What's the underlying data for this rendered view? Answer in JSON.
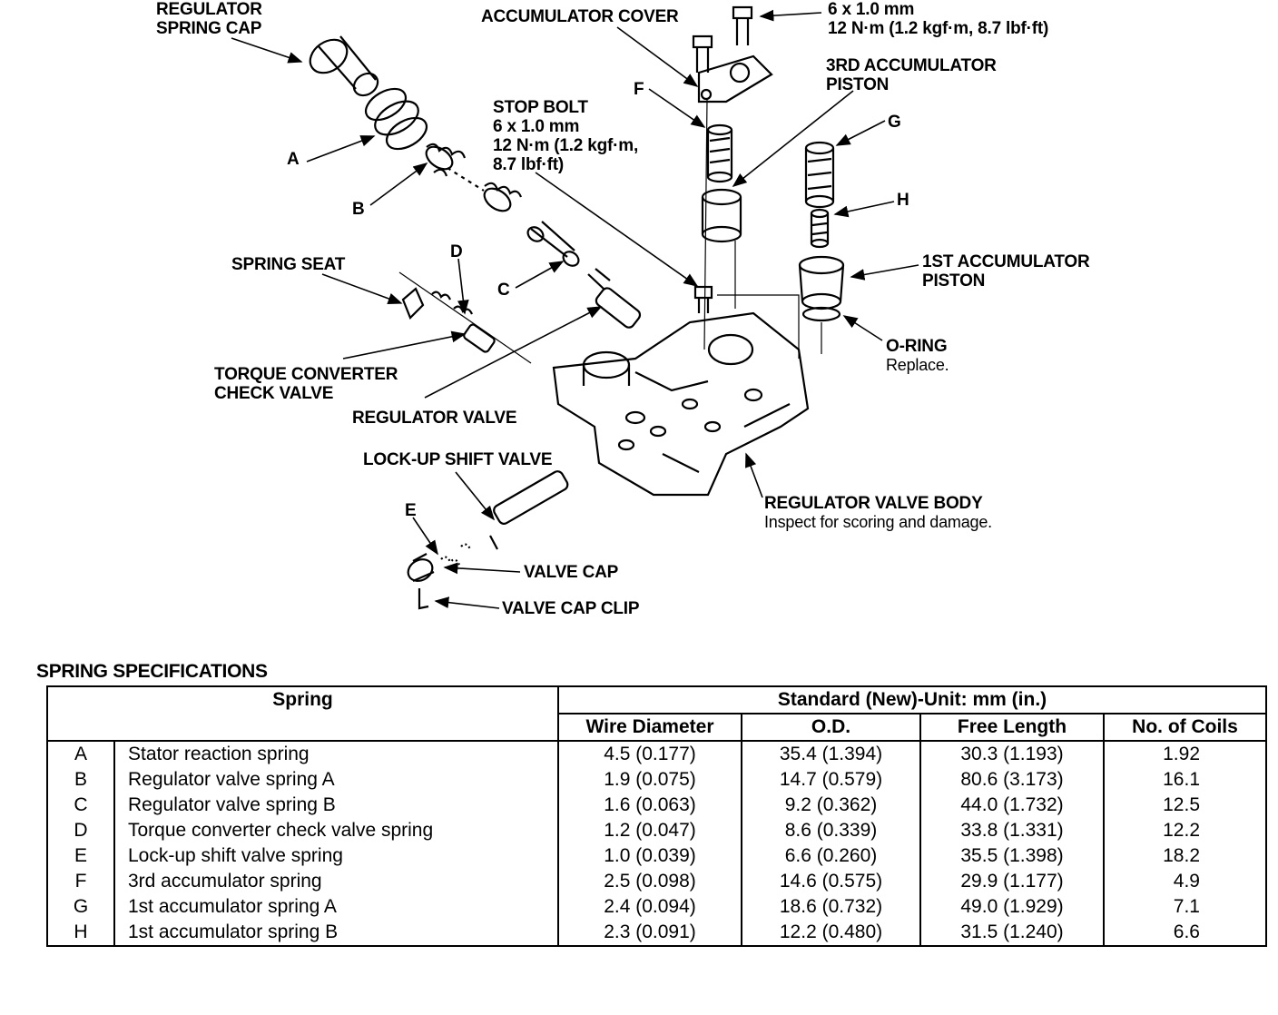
{
  "labels": {
    "regulator_spring_cap": [
      "REGULATOR",
      "SPRING CAP"
    ],
    "accumulator_cover": "ACCUMULATOR COVER",
    "bolt_spec": [
      "6 x 1.0 mm",
      "12 N·m (1.2 kgf·m, 8.7 lbf·ft)"
    ],
    "third_accumulator_piston": [
      "3RD ACCUMULATOR",
      "PISTON"
    ],
    "stop_bolt": [
      "STOP BOLT",
      "6 x 1.0 mm",
      "12 N·m (1.2 kgf·m,",
      "8.7 lbf·ft)"
    ],
    "spring_seat": "SPRING SEAT",
    "torque_converter_check_valve": [
      "TORQUE CONVERTER",
      "CHECK VALVE"
    ],
    "regulator_valve": "REGULATOR VALVE",
    "lock_up_shift_valve": "LOCK-UP SHIFT VALVE",
    "first_accumulator_piston": [
      "1ST ACCUMULATOR",
      "PISTON"
    ],
    "o_ring": "O-RING",
    "o_ring_note": "Replace.",
    "regulator_valve_body": "REGULATOR VALVE BODY",
    "regulator_valve_body_note": "Inspect for scoring and damage.",
    "valve_cap": "VALVE CAP",
    "valve_cap_clip": "VALVE CAP CLIP"
  },
  "letters": {
    "A": "A",
    "B": "B",
    "C": "C",
    "D": "D",
    "E": "E",
    "F": "F",
    "G": "G",
    "H": "H"
  },
  "table": {
    "title": "SPRING SPECIFICATIONS",
    "header_spring": "Spring",
    "header_standard": "Standard (New)-Unit: mm (in.)",
    "columns": [
      "Wire Diameter",
      "O.D.",
      "Free Length",
      "No. of Coils"
    ],
    "rows": [
      {
        "code": "A",
        "name": "Stator reaction spring",
        "wire": "4.5 (0.177)",
        "od": "35.4 (1.394)",
        "length": "30.3 (1.193)",
        "coils": "1.92"
      },
      {
        "code": "B",
        "name": "Regulator valve spring A",
        "wire": "1.9 (0.075)",
        "od": "14.7 (0.579)",
        "length": "80.6 (3.173)",
        "coils": "16.1"
      },
      {
        "code": "C",
        "name": "Regulator valve spring B",
        "wire": "1.6 (0.063)",
        "od": "9.2 (0.362)",
        "length": "44.0 (1.732)",
        "coils": "12.5"
      },
      {
        "code": "D",
        "name": "Torque converter check valve spring",
        "wire": "1.2 (0.047)",
        "od": "8.6 (0.339)",
        "length": "33.8 (1.331)",
        "coils": "12.2"
      },
      {
        "code": "E",
        "name": "Lock-up shift valve spring",
        "wire": "1.0 (0.039)",
        "od": "6.6 (0.260)",
        "length": "35.5 (1.398)",
        "coils": "18.2"
      },
      {
        "code": "F",
        "name": "3rd accumulator spring",
        "wire": "2.5 (0.098)",
        "od": "14.6 (0.575)",
        "length": "29.9 (1.177)",
        "coils": "4.9"
      },
      {
        "code": "G",
        "name": "1st accumulator spring A",
        "wire": "2.4 (0.094)",
        "od": "18.6 (0.732)",
        "length": "49.0 (1.929)",
        "coils": "7.1"
      },
      {
        "code": "H",
        "name": "1st accumulator spring B",
        "wire": "2.3 (0.091)",
        "od": "12.2 (0.480)",
        "length": "31.5 (1.240)",
        "coils": "6.6"
      }
    ]
  }
}
